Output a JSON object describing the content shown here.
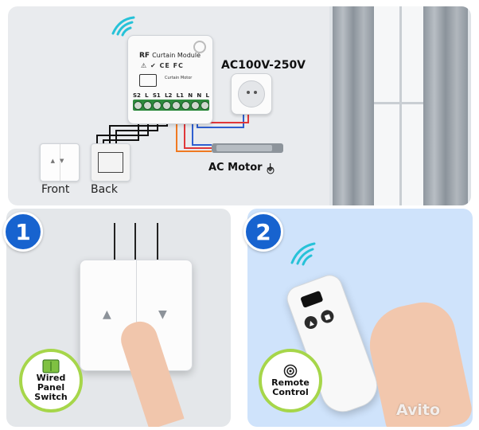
{
  "wiring_diagram": {
    "module_brand": "RF",
    "module_name": "Curtain Module",
    "module_certifications": "CE FC",
    "module_motor_label": "Curtain Motor",
    "terminals": [
      "S2",
      "L",
      "S1",
      "L2",
      "L1",
      "N",
      "N",
      "L"
    ],
    "voltage": "AC100V-250V",
    "motor_label": "AC Motor",
    "switch_front_label": "Front",
    "switch_back_label": "Back"
  },
  "cards": [
    {
      "number": "1",
      "badge_line1": "Wired",
      "badge_line2": "Panel",
      "badge_line3": "Switch"
    },
    {
      "number": "2",
      "badge_line1": "Remote",
      "badge_line2": "Control"
    }
  ],
  "watermark": "Avito",
  "colors": {
    "accent_blue": "#1763cf",
    "badge_green": "#a6d64a",
    "terminal_green": "#2e8b3e",
    "wire_red": "#e0383a",
    "wire_blue": "#2f5fd0",
    "wire_orange": "#f07a22",
    "wifi_cyan": "#27c2d8"
  }
}
